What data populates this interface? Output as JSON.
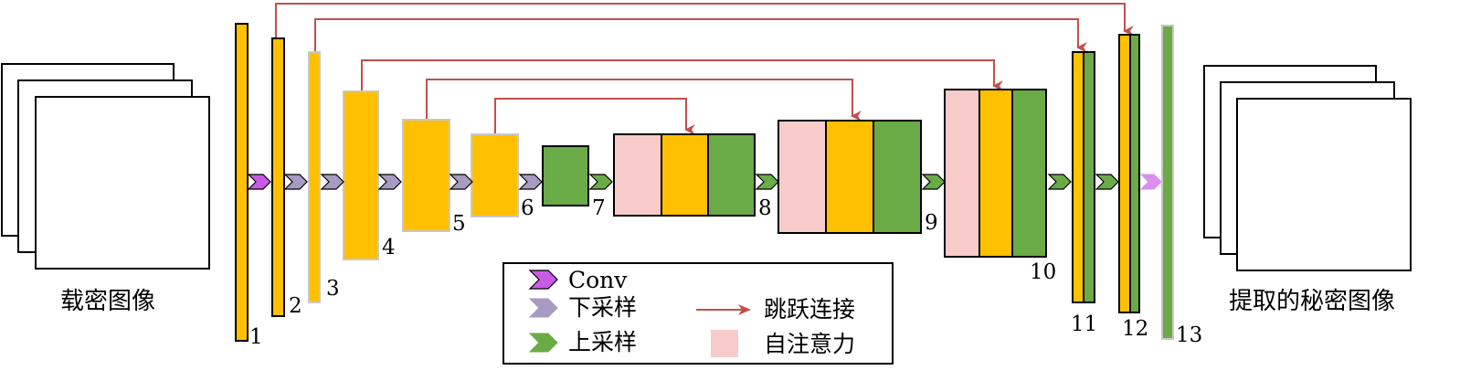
{
  "colors": {
    "yellow": "#FFC000",
    "green": "#6AAB47",
    "pink": "#F8CBCB",
    "purple_conv": "#C85BE6",
    "gray_down": "#A89BC2",
    "skip_red": "#C0504D"
  },
  "input_caption": "载密图像",
  "output_caption": "提取的秘密图像",
  "layers": [
    {
      "id": "1",
      "label": "1"
    },
    {
      "id": "2",
      "label": "2"
    },
    {
      "id": "3",
      "label": "3"
    },
    {
      "id": "4",
      "label": "4"
    },
    {
      "id": "5",
      "label": "5"
    },
    {
      "id": "6",
      "label": "6"
    },
    {
      "id": "7",
      "label": "7"
    },
    {
      "id": "8",
      "label": "8"
    },
    {
      "id": "9",
      "label": "9"
    },
    {
      "id": "10",
      "label": "10"
    },
    {
      "id": "11",
      "label": "11"
    },
    {
      "id": "12",
      "label": "12"
    },
    {
      "id": "13",
      "label": "13"
    }
  ],
  "legend": {
    "conv": "Conv",
    "down": "下采样",
    "up": "上采样",
    "skip": "跳跃连接",
    "attn": "自注意力"
  }
}
